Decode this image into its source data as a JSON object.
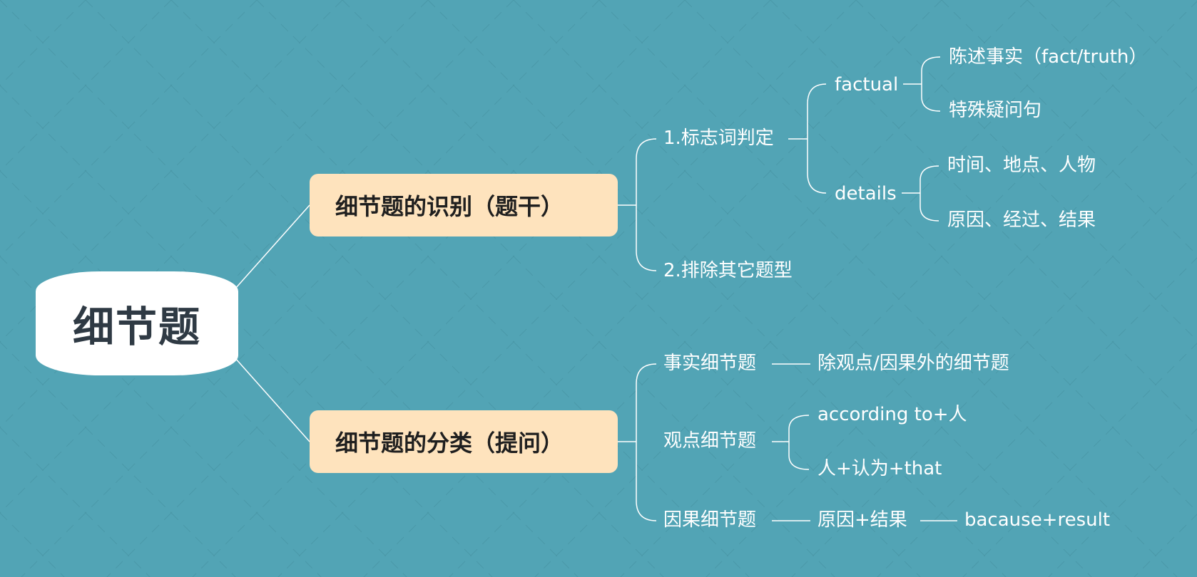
{
  "root": {
    "label": "细节题"
  },
  "branches": [
    {
      "label": "细节题的识别（题干）",
      "children": [
        {
          "label": "1.标志词判定",
          "children": [
            {
              "label": "factual",
              "children": [
                "陈述事实（fact/truth）",
                "特殊疑问句"
              ]
            },
            {
              "label": "details",
              "children": [
                "时间、地点、人物",
                "原因、经过、结果"
              ]
            }
          ]
        },
        {
          "label": "2.排除其它题型"
        }
      ]
    },
    {
      "label": "细节题的分类（提问）",
      "children": [
        {
          "label": "事实细节题",
          "children": [
            "除观点/因果外的细节题"
          ]
        },
        {
          "label": "观点细节题",
          "children": [
            "according to+人",
            "人+认为+that"
          ]
        },
        {
          "label": "因果细节题",
          "children": [
            {
              "label": "原因+结果",
              "children": [
                "bacause+result"
              ]
            }
          ]
        }
      ]
    }
  ],
  "colors": {
    "background": "#52a4b5",
    "root_fill": "#ffffff",
    "main_fill": "#fee3bd",
    "line": "#ffffff"
  }
}
